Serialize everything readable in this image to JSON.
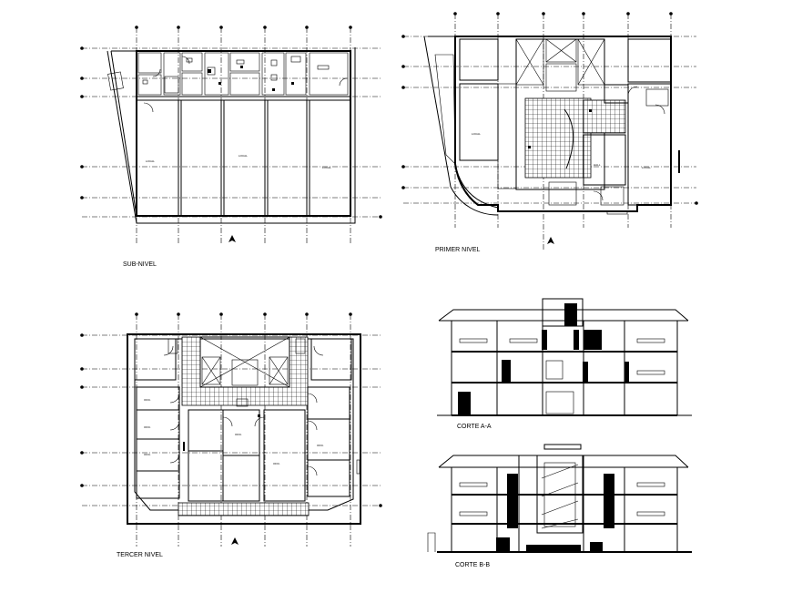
{
  "labels": {
    "sub_nivel": "SUB-NIVEL",
    "primer_nivel": "PRIMER NIVEL",
    "tercer_nivel": "TERCER NIVEL",
    "corte_a": "CORTE A-A",
    "corte_b": "CORTE B-B"
  },
  "colors": {
    "ink": "#000000",
    "paper": "#ffffff"
  }
}
